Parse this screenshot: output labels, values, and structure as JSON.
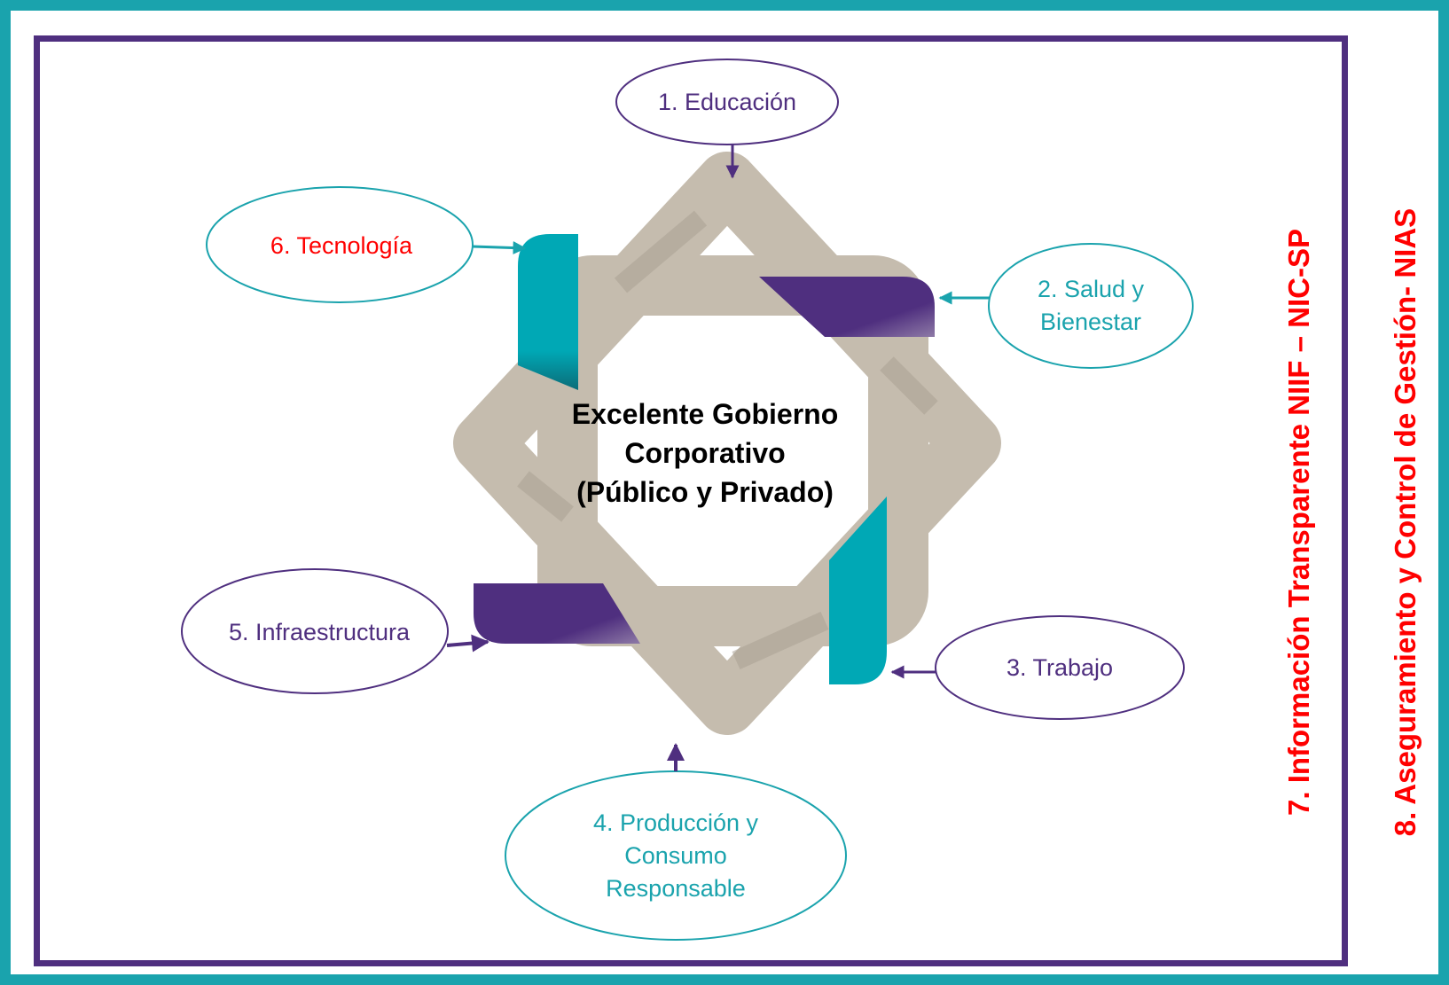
{
  "colors": {
    "outer_frame": "#1aa3ad",
    "inner_frame": "#4f2f7f",
    "band_beige": "#c5bcae",
    "band_teal": "#00a8b5",
    "band_purple": "#4f2f7f",
    "label_purple": "#4f2f7f",
    "label_teal": "#1aa3ad",
    "label_red": "#ff0000"
  },
  "center": {
    "title": "Excelente Gobierno\nCorporativo\n(Público y Privado)"
  },
  "nodes": [
    {
      "id": "educacion",
      "label": "1. Educación",
      "color": "#4f2f7f"
    },
    {
      "id": "salud",
      "label": "2. Salud y\nBienestar",
      "color": "#1aa3ad"
    },
    {
      "id": "trabajo",
      "label": "3. Trabajo",
      "color": "#4f2f7f"
    },
    {
      "id": "produccion",
      "label": "4. Producción y\nConsumo\nResponsable",
      "color": "#1aa3ad"
    },
    {
      "id": "infraestructura",
      "label": "5. Infraestructura",
      "color": "#4f2f7f"
    },
    {
      "id": "tecnologia",
      "label": "6. Tecnología",
      "color": "#ff0000"
    }
  ],
  "side_labels": [
    {
      "id": "niif",
      "label": "7. Información Transparente NIIF – NIC-SP"
    },
    {
      "id": "nias",
      "label": "8. Aseguramiento y Control de Gestión- NIAS"
    }
  ]
}
